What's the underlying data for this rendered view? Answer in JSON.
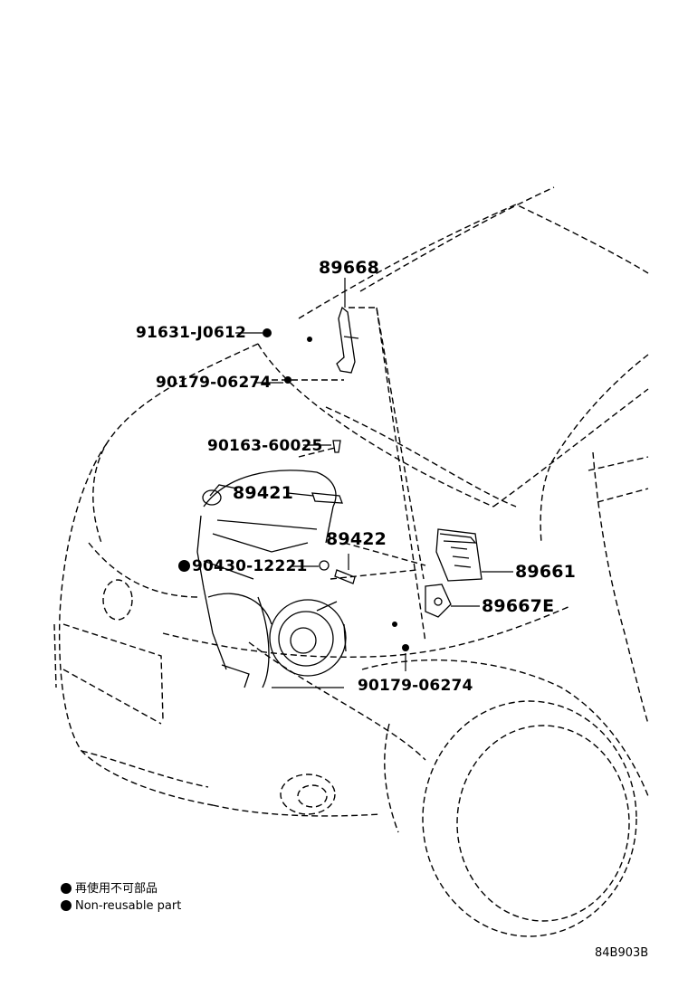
{
  "parts": {
    "p89668": "89668",
    "p91631": "91631-J0612",
    "p90179a": "90179-06274",
    "p90163": "90163-60025",
    "p89421": "89421",
    "p89422": "89422",
    "p90430": "90430-12221",
    "p89661": "89661",
    "p89667E": "89667E",
    "p90179b": "90179-06274"
  },
  "legend": {
    "line1": "再使用不可部品",
    "line2": "Non-reusable part"
  },
  "diagram_code": "84B903B"
}
